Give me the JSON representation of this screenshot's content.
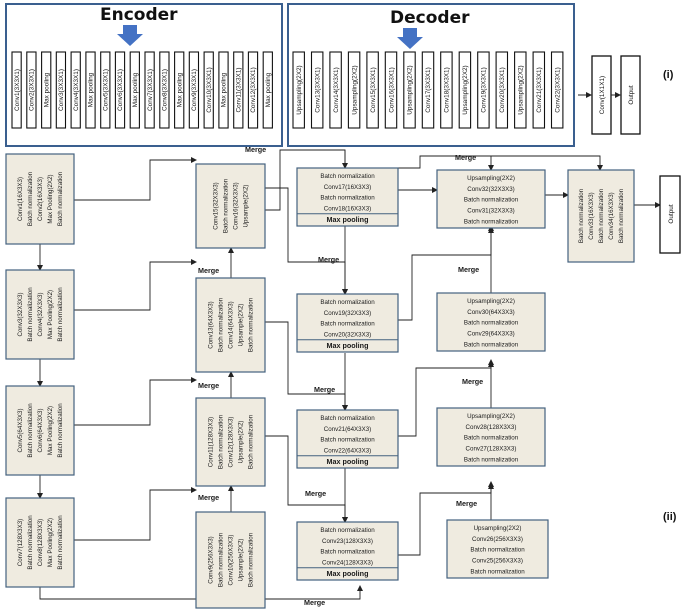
{
  "panel_i": {
    "encoder_title": "Encoder",
    "decoder_title": "Decoder",
    "encoder_layers": [
      "Conv1(3X3X1)",
      "Conv2(3X3X1)",
      "Max pooling",
      "Conv3(3X3X1)",
      "Conv4(3X3X1)",
      "Max pooling",
      "Conv5(3X3X1)",
      "Conv6(3X3X1)",
      "Max pooling",
      "Conv7(3X3X1)",
      "Conv8(3X3X1)",
      "Max pooling",
      "Conv9(3X3X1)",
      "Conv10(3X3X1)",
      "Max pooling",
      "Conv11(3X3X1)",
      "Conv12(3X3X1)",
      "Max pooling"
    ],
    "decoder_layers": [
      "Upsampling(2X2)",
      "Conv13(3X3X1)",
      "Conv14(3X3X1)",
      "Upsampling(2X2)",
      "Conv15(3X3X1)",
      "Conv16(3X3X1)",
      "Upsampling(2X2)",
      "Conv17(3X3X1)",
      "Conv18(3X3X1)",
      "Upsampling(2X2)",
      "Conv19(3X3X1)",
      "Conv20(3X3X1)",
      "Upsampling(2X2)",
      "Conv21(3X3X1)",
      "Conv22(3X3X1)"
    ],
    "final_conv": "Conv(1X1X1)",
    "output": "Output",
    "tag": "(i)"
  },
  "panel_ii": {
    "tag": "(ii)",
    "merge_label": "Merge",
    "output": "Output",
    "left_blocks": [
      [
        "Conv1(16X3X3)",
        "Batch normalization",
        "Conv2(16X3X3)",
        "Max Pooling(2X2)",
        "Batch normalization"
      ],
      [
        "Conv3(32X3X3)",
        "Batch normalization",
        "Conv4(32X3X3)",
        "Max Pooling(2X2)",
        "Batch normalization"
      ],
      [
        "Conv5(64X3X3)",
        "Batch normalization",
        "Conv6(64X3X3)",
        "Max Pooling(2X2)",
        "Batch normalization"
      ],
      [
        "Conv7(128X3X3)",
        "Batch normalization",
        "Conv8(128X3X3)",
        "Max Pooling(2X2)",
        "Batch normalization"
      ]
    ],
    "up_blocks": [
      [
        "Conv15(32X3X3)",
        "Batch normalization",
        "Conv16(32X3X3)",
        "Upsample(2X2)"
      ],
      [
        "Conv13(64X3X3)",
        "Batch normalization",
        "Conv14(64X3X3)",
        "Upsample(2X2)",
        "Batch normalization"
      ],
      [
        "Conv11(128X3X3)",
        "Batch normalization",
        "Conv12(128X3X3)",
        "Upsample(2X2)",
        "Batch normalization"
      ],
      [
        "Conv9(256X3X3)",
        "Batch normalization",
        "Conv10(256X3X3)",
        "Upsample(2X2)",
        "Batch normalization"
      ]
    ],
    "center_blocks": [
      {
        "lines": [
          "Batch normalization",
          "Conv17(16X3X3)",
          "Batch normalization",
          "Conv18(16X3X3)"
        ],
        "pool": "Max pooling"
      },
      {
        "lines": [
          "Batch normalization",
          "Conv19(32X3X3)",
          "Batch normalization",
          "Conv20(32X3X3)"
        ],
        "pool": "Max pooling"
      },
      {
        "lines": [
          "Batch normalization",
          "Conv21(64X3X3)",
          "Batch normalization",
          "Conv22(64X3X3)"
        ],
        "pool": "Max pooling"
      },
      {
        "lines": [
          "Batch normalization",
          "Conv23(128X3X3)",
          "Batch normalization",
          "Conv24(128X3X3)"
        ],
        "pool": "Max pooling"
      }
    ],
    "right_blocks": [
      [
        "Upsampling(2X2)",
        "Conv32(32X3X3)",
        "Batch normalization",
        "Conv31(32X3X3)",
        "Batch normalization"
      ],
      [
        "Upsampling(2X2)",
        "Conv30(64X3X3)",
        "Batch normalization",
        "Conv29(64X3X3)",
        "Batch normalization"
      ],
      [
        "Upsampling(2X2)",
        "Conv28(128X3X3)",
        "Batch normalization",
        "Conv27(128X3X3)",
        "Batch normalization"
      ],
      [
        "Upsampling(2X2)",
        "Conv26(256X3X3)",
        "Batch normalization",
        "Conv25(256X3X3)",
        "Batch normalization"
      ]
    ],
    "final_block": [
      "Batch normalization",
      "Conv33(16X3X3)",
      "Batch normalization",
      "Conv34(16X3X3)",
      "Batch normalization"
    ]
  }
}
